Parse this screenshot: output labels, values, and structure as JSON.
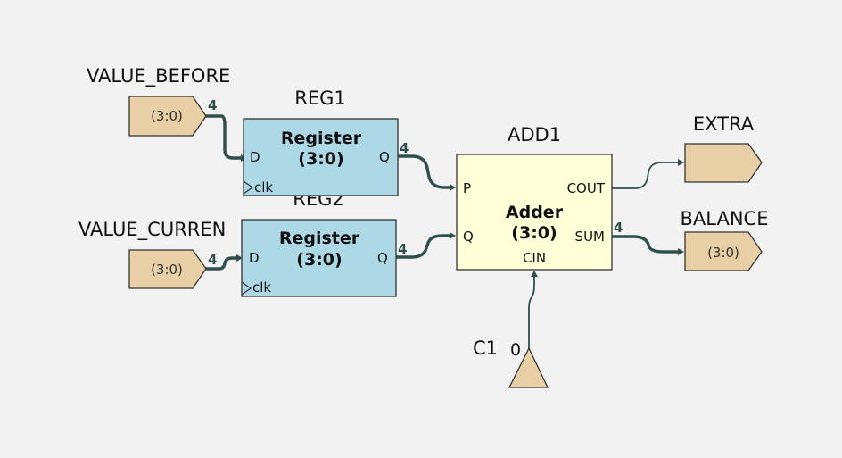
{
  "inputs": {
    "value_before": {
      "name": "VALUE_BEFORE",
      "range": "(3:0)"
    },
    "value_current": {
      "name": "VALUE_CURREN",
      "range": "(3:0)"
    }
  },
  "registers": {
    "reg1": {
      "name": "REG1",
      "title": "Register",
      "range": "(3:0)",
      "port_d": "D",
      "port_q": "Q",
      "port_clk": "clk"
    },
    "reg2": {
      "name": "REG2",
      "title": "Register",
      "range": "(3:0)",
      "port_d": "D",
      "port_q": "Q",
      "port_clk": "clk"
    }
  },
  "adder": {
    "name": "ADD1",
    "title": "Adder",
    "range": "(3:0)",
    "port_p": "P",
    "port_q": "Q",
    "port_cout": "COUT",
    "port_sum": "SUM",
    "port_cin": "CIN"
  },
  "outputs": {
    "extra": {
      "name": "EXTRA",
      "range": ""
    },
    "balance": {
      "name": "BALANCE",
      "range": "(3:0)"
    }
  },
  "constant": {
    "name": "C1",
    "value": "0"
  },
  "bus_width": "4",
  "colors": {
    "background": "#f2f2f2",
    "pin_fill": "#e8cfa6",
    "register_fill": "#add8e6",
    "adder_fill": "#ffffd8",
    "wire": "#2f4f4f"
  }
}
